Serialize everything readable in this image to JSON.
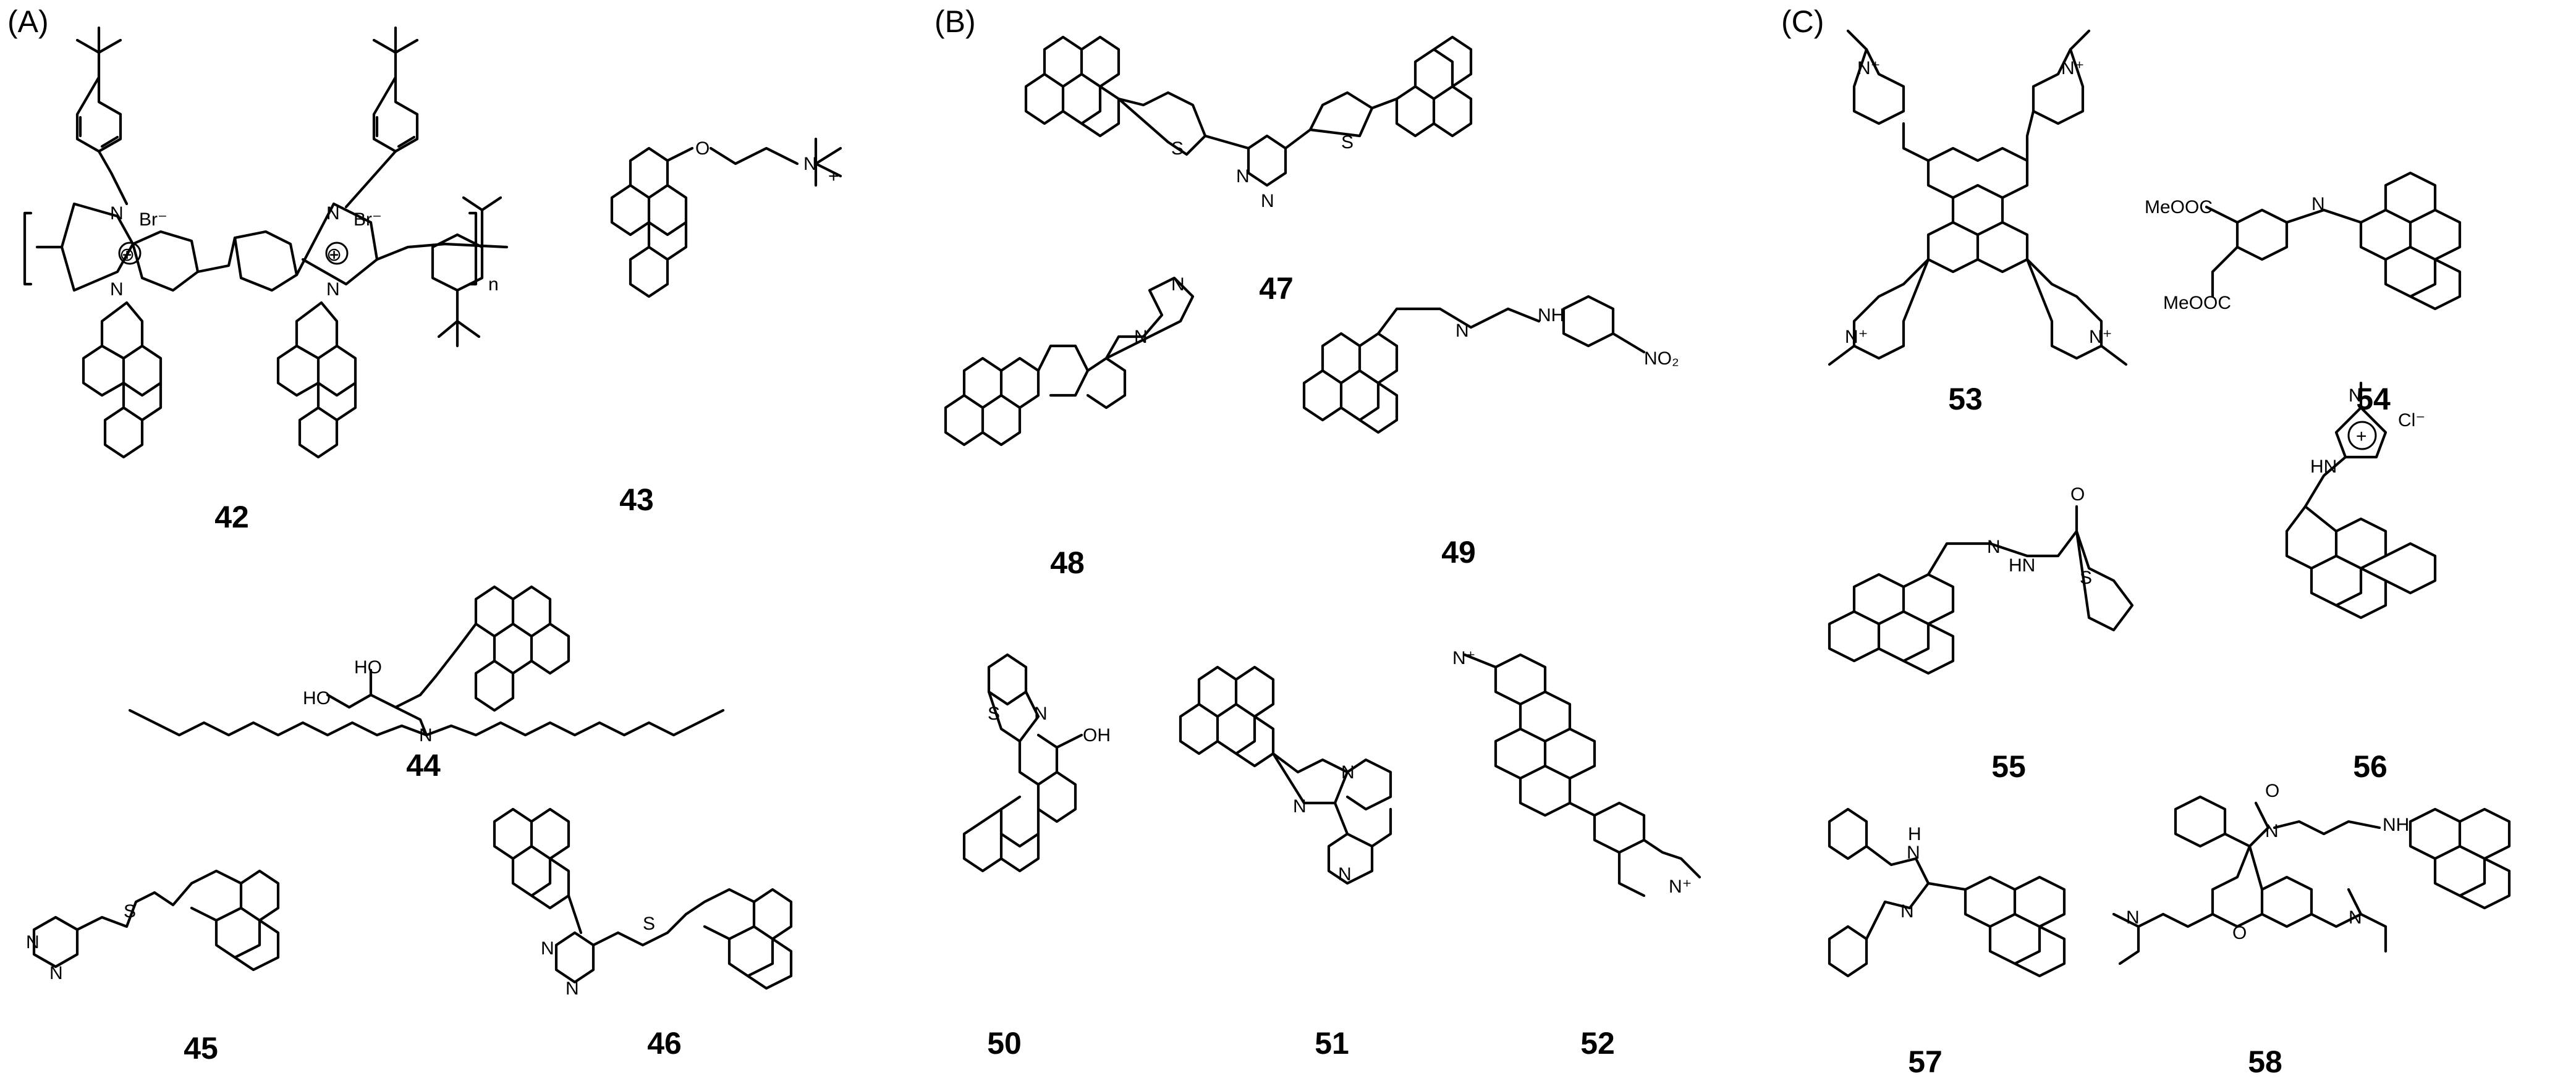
{
  "figure": {
    "panels": [
      {
        "id": "A",
        "label": "(A)",
        "compounds": [
          {
            "number": "42",
            "atoms": [
              "N",
              "Br⁻",
              "N",
              "N",
              "Br⁻",
              "N",
              "n",
              "⊕",
              "⊕"
            ]
          },
          {
            "number": "43",
            "atoms": [
              "O",
              "N",
              "+"
            ]
          },
          {
            "number": "44",
            "atoms": [
              "HO",
              "HO",
              "N"
            ]
          },
          {
            "number": "45",
            "atoms": [
              "S",
              "N",
              "N"
            ]
          },
          {
            "number": "46",
            "atoms": [
              "S",
              "N",
              "N"
            ]
          }
        ]
      },
      {
        "id": "B",
        "label": "(B)",
        "compounds": [
          {
            "number": "47",
            "atoms": [
              "S",
              "S",
              "N",
              "N"
            ]
          },
          {
            "number": "48",
            "atoms": [
              "N",
              "N"
            ]
          },
          {
            "number": "49",
            "atoms": [
              "N",
              "NH",
              "NO₂"
            ]
          },
          {
            "number": "50",
            "atoms": [
              "S",
              "N",
              "OH"
            ]
          },
          {
            "number": "51",
            "atoms": [
              "N",
              "N",
              "N"
            ]
          },
          {
            "number": "52",
            "atoms": [
              "N⁺",
              "N⁺"
            ]
          }
        ]
      },
      {
        "id": "C",
        "label": "(C)",
        "compounds": [
          {
            "number": "53",
            "atoms": [
              "N⁺",
              "N⁺",
              "N⁺",
              "N⁺"
            ]
          },
          {
            "number": "54",
            "atoms": [
              "MeOOC",
              "MeOOC",
              "N"
            ]
          },
          {
            "number": "55",
            "atoms": [
              "N",
              "HN",
              "O",
              "S"
            ]
          },
          {
            "number": "56",
            "atoms": [
              "N",
              "HN",
              "Cl⁻",
              "+"
            ]
          },
          {
            "number": "57",
            "atoms": [
              "N",
              "H",
              "N"
            ]
          },
          {
            "number": "58",
            "atoms": [
              "O",
              "N",
              "NH",
              "N",
              "O",
              "N"
            ]
          }
        ]
      }
    ]
  }
}
